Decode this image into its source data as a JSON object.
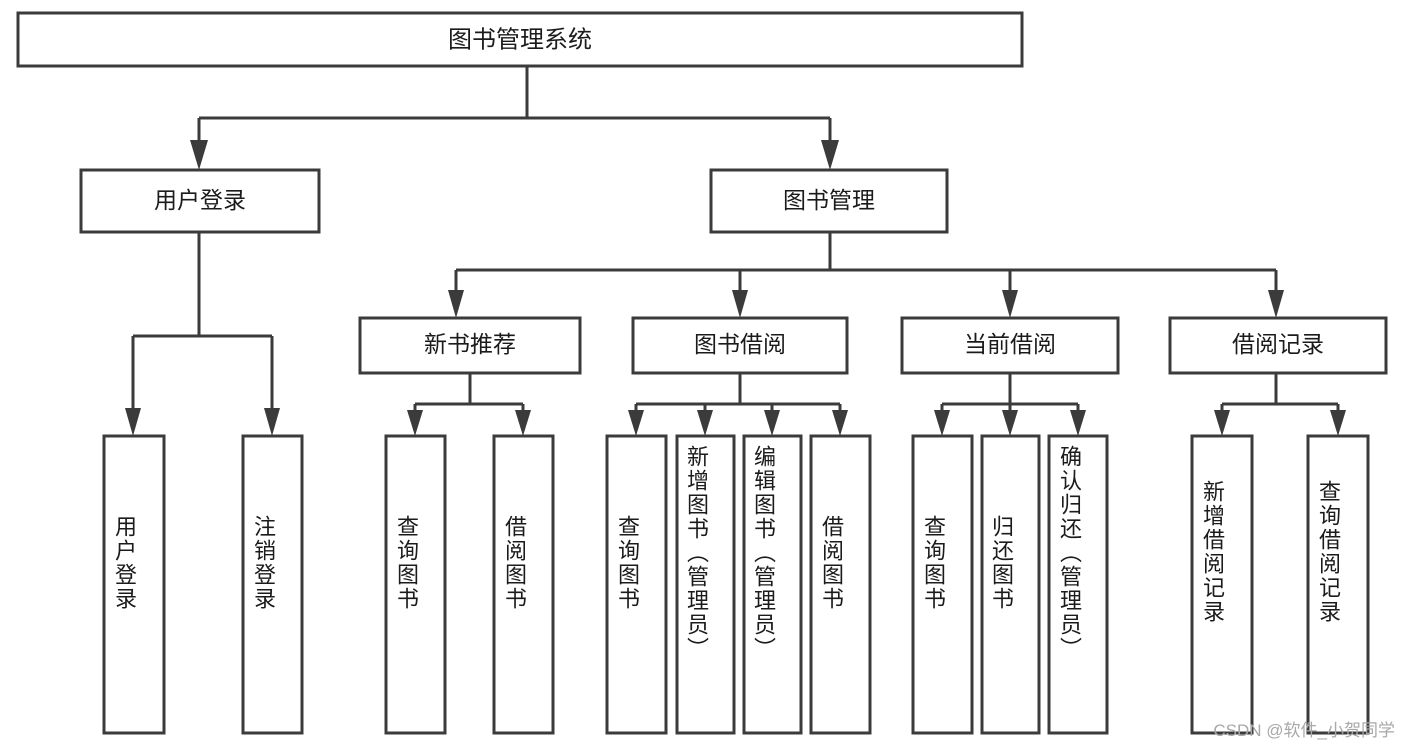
{
  "diagram": {
    "type": "tree",
    "title": "图书管理系统",
    "root": {
      "id": "root",
      "label": "图书管理系统"
    },
    "level2": [
      {
        "id": "user-login",
        "label": "用户登录"
      },
      {
        "id": "book-manage",
        "label": "图书管理"
      }
    ],
    "level3": [
      {
        "id": "new-book-recommend",
        "label": "新书推荐"
      },
      {
        "id": "book-borrow",
        "label": "图书借阅"
      },
      {
        "id": "current-borrow",
        "label": "当前借阅"
      },
      {
        "id": "borrow-record",
        "label": "借阅记录"
      }
    ],
    "leaves": {
      "user_login": [
        {
          "id": "leaf-user-login",
          "label": "用户登录"
        },
        {
          "id": "leaf-logout-login",
          "label": "注销登录"
        }
      ],
      "new_book_recommend": [
        {
          "id": "leaf-query-book-1",
          "label": "查询图书"
        },
        {
          "id": "leaf-borrow-book-1",
          "label": "借阅图书"
        }
      ],
      "book_borrow": [
        {
          "id": "leaf-query-book-2",
          "label": "查询图书"
        },
        {
          "id": "leaf-add-book",
          "label": "新增图书（管理员）"
        },
        {
          "id": "leaf-edit-book",
          "label": "编辑图书（管理员）"
        },
        {
          "id": "leaf-borrow-book-2",
          "label": "借阅图书"
        }
      ],
      "current_borrow": [
        {
          "id": "leaf-query-book-3",
          "label": "查询图书"
        },
        {
          "id": "leaf-return-book",
          "label": "归还图书"
        },
        {
          "id": "leaf-confirm-return",
          "label": "确认归还（管理员）"
        }
      ],
      "borrow_record": [
        {
          "id": "leaf-add-record",
          "label": "新增借阅记录"
        },
        {
          "id": "leaf-query-record",
          "label": "查询借阅记录"
        }
      ]
    }
  },
  "watermark": {
    "text": "CSDN @软件_小贺同学"
  },
  "colors": {
    "stroke": "#3b3b3b",
    "fill": "#ffffff",
    "text": "#1b1b1b",
    "watermark": "#a8a8a8"
  }
}
